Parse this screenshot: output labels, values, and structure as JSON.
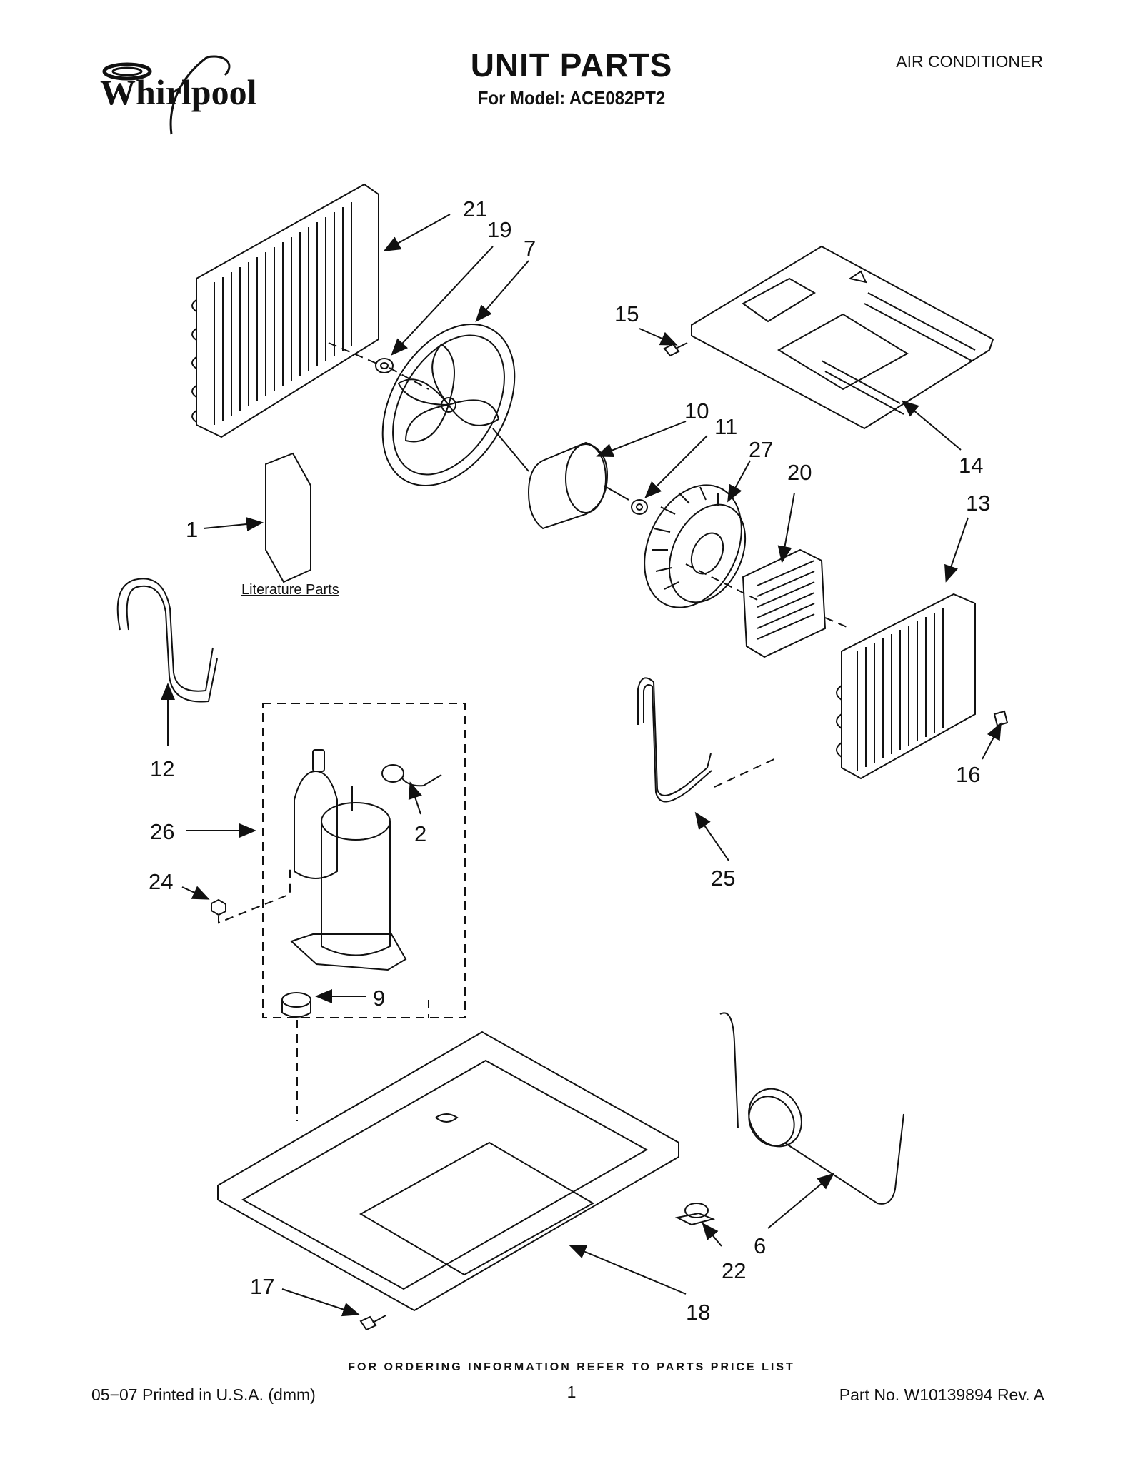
{
  "header": {
    "brand": "Whirlpool",
    "title": "UNIT PARTS",
    "subtitle": "For Model: ACE082PT2",
    "category": "AIR CONDITIONER"
  },
  "literature_label": "Literature Parts",
  "callouts": {
    "c1": "1",
    "c2": "2",
    "c6": "6",
    "c7": "7",
    "c9": "9",
    "c10": "10",
    "c11": "11",
    "c12": "12",
    "c13": "13",
    "c14": "14",
    "c15": "15",
    "c16": "16",
    "c17": "17",
    "c18": "18",
    "c19": "19",
    "c20": "20",
    "c21": "21",
    "c22": "22",
    "c24": "24",
    "c25": "25",
    "c26": "26",
    "c27": "27"
  },
  "footer": {
    "ordering_note": "FOR ORDERING INFORMATION REFER TO PARTS PRICE LIST",
    "printed": "05−07 Printed in U.S.A. (dmm)",
    "page": "1",
    "part_no": "Part No. W10139894 Rev. A"
  }
}
